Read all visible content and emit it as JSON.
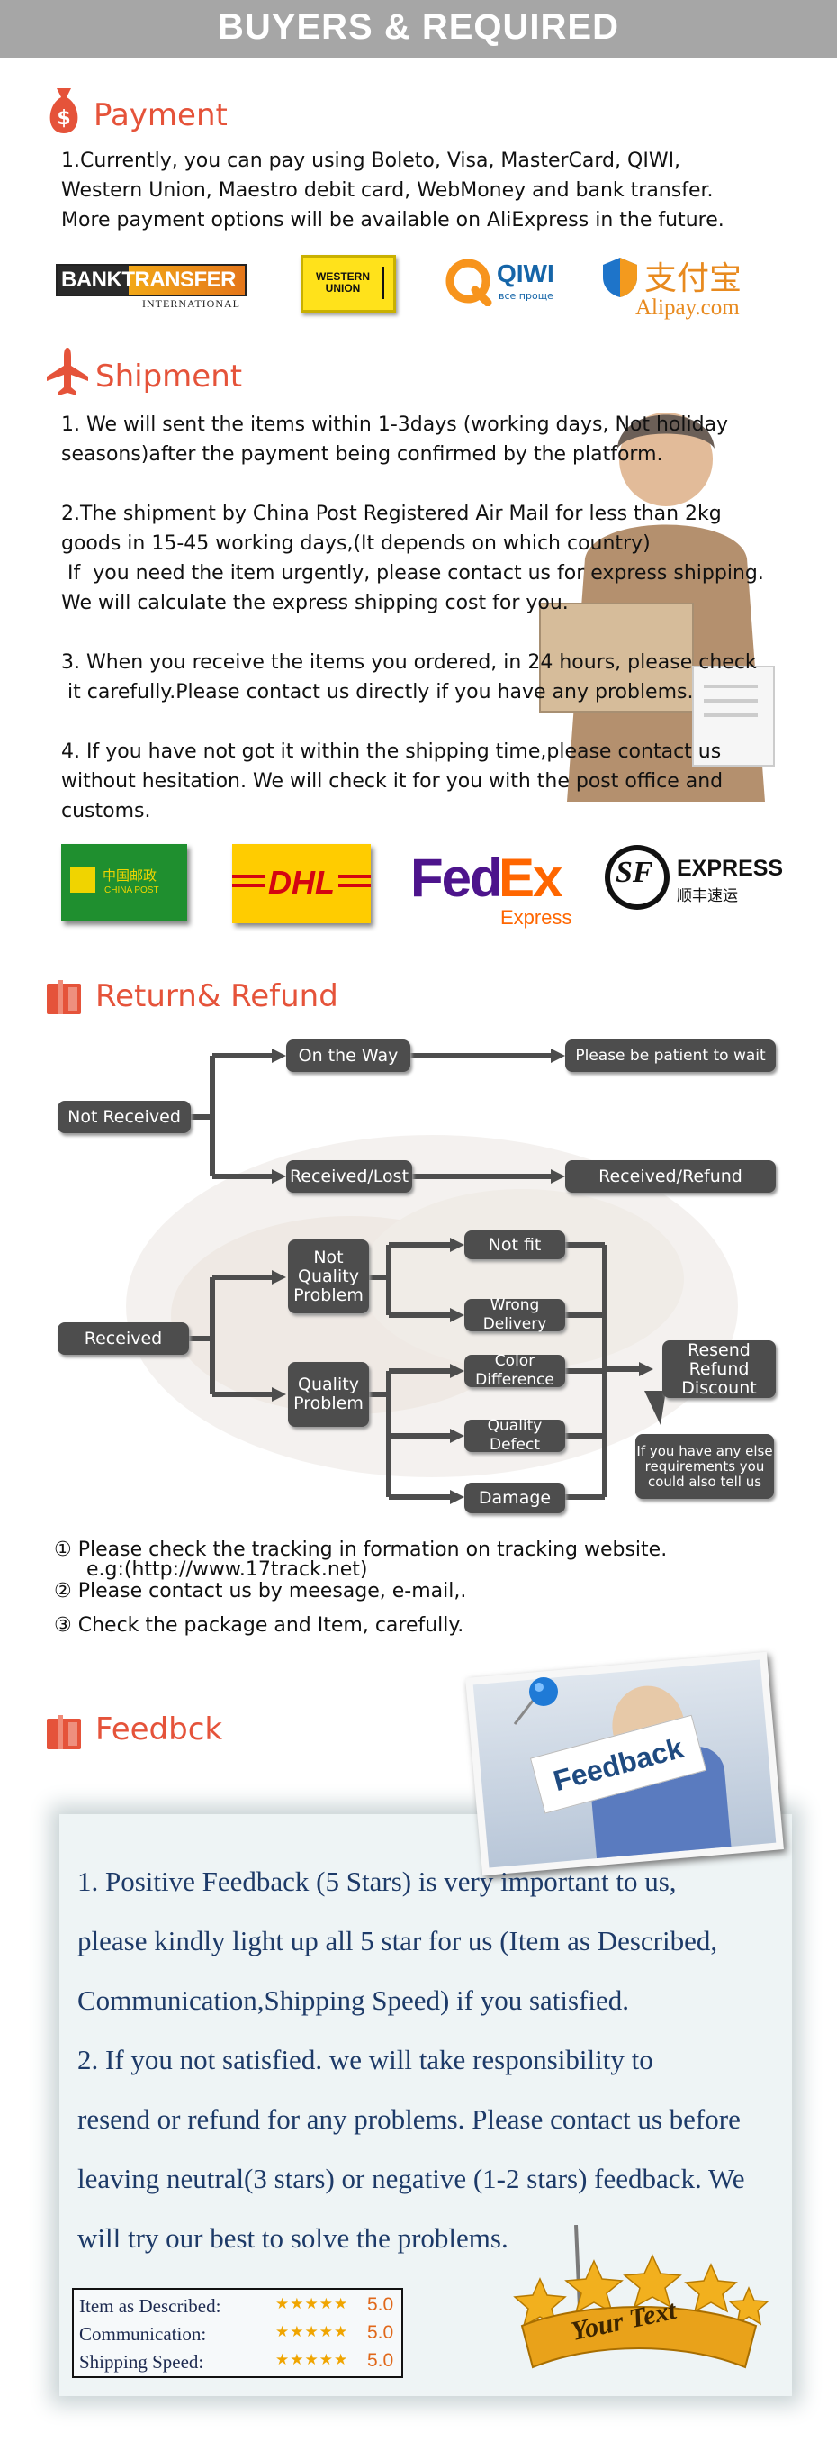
{
  "header": {
    "title": "BUYERS & REQUIRED"
  },
  "payment": {
    "title": "Payment",
    "lines": [
      "1.Currently, you can pay using Boleto, Visa, MasterCard, QIWI,",
      "Western Union, Maestro debit card, WebMoney and bank transfer.",
      "More payment options will be available on AliExpress in the future."
    ],
    "logos": {
      "bank_main": "BANKTRANSFER",
      "bank_sub": "INTERNATIONAL",
      "wu_line1": "WESTERN",
      "wu_line2": "UNION",
      "qiwi": "QIWI",
      "qiwi_sub": "все проще",
      "alipay_cn": "支付宝",
      "alipay": "Alipay.com"
    }
  },
  "shipment": {
    "title": "Shipment",
    "lines": [
      "1. We will sent the items within 1-3days (working days, Not holiday",
      "seasons)after the payment being confirmed by the platform.",
      "",
      "2.The shipment by China Post Registered Air Mail for less than  2kg",
      "goods in 15-45 working days,(It depends on which country)",
      " If  you need the item urgently, please contact us for express shipping.",
      "We will calculate the express shipping cost for you.",
      "",
      "3. When you receive the items you ordered, in 24 hours, please check",
      " it carefully.Please contact us directly if you have any problems.",
      "",
      "4. If you have not got it within the shipping time,please contact us",
      "without hesitation. We will check it for you with the post office and",
      "customs."
    ],
    "logos": {
      "chinapost_cn": "中国邮政",
      "chinapost": "CHINA POST",
      "dhl": "DHL",
      "fedex_fed": "Fed",
      "fedex_ex": "Ex",
      "fedex_sub": "Express",
      "sf_mark": "SF",
      "sf_en": "EXPRESS",
      "sf_cn": "顺丰速运"
    }
  },
  "refund": {
    "title": "Return& Refund",
    "nodes": {
      "not_received": "Not Received",
      "on_the_way": "On the Way",
      "be_patient": "Please be patient to wait",
      "received_lost": "Received/Lost",
      "received_refund": "Received/Refund",
      "received": "Received",
      "not_quality": "Not Quality Problem",
      "quality": "Quality Problem",
      "not_fit": "Not fit",
      "wrong_delivery": "Wrong Delivery",
      "color_difference": "Color Difference",
      "quality_defect": "Quality Defect",
      "damage": "Damage",
      "resend": "Resend Refund Discount",
      "note": "If you have any else requirements you could also tell us"
    },
    "tips": [
      {
        "num": "①",
        "text": "Please check the tracking in formation on tracking website."
      },
      {
        "num": "",
        "text": "e.g:(http://www.17track.net)"
      },
      {
        "num": "②",
        "text": "Please contact us by meesage, e-mail,."
      },
      {
        "num": "③",
        "text": "Check the package and Item, carefully."
      }
    ]
  },
  "feedback": {
    "title": "Feedbck",
    "photo_label": "Feedback",
    "lines": [
      "1. Positive Feedback (5 Stars) is very important to us,",
      "please kindly light up all 5 star for us (Item as Described,",
      "Communication,Shipping Speed) if you satisfied.",
      "2. If you not satisfied.  we will take responsibility to",
      "resend or refund for any problems. Please contact us before",
      "leaving neutral(3 stars) or negative (1-2 stars) feedback. We",
      "will try our best to solve the problems."
    ],
    "ratings": [
      {
        "label": "Item as Described:",
        "stars": "★★★★★",
        "score": "5.0"
      },
      {
        "label": "Communication:",
        "stars": "★★★★★",
        "score": "5.0"
      },
      {
        "label": "Shipping Speed:",
        "stars": "★★★★★",
        "score": "5.0"
      }
    ],
    "badge_text": "Your Text"
  },
  "colors": {
    "accent": "#e5533a",
    "node": "#4d4d4d",
    "banner": "#a6a6a6"
  }
}
